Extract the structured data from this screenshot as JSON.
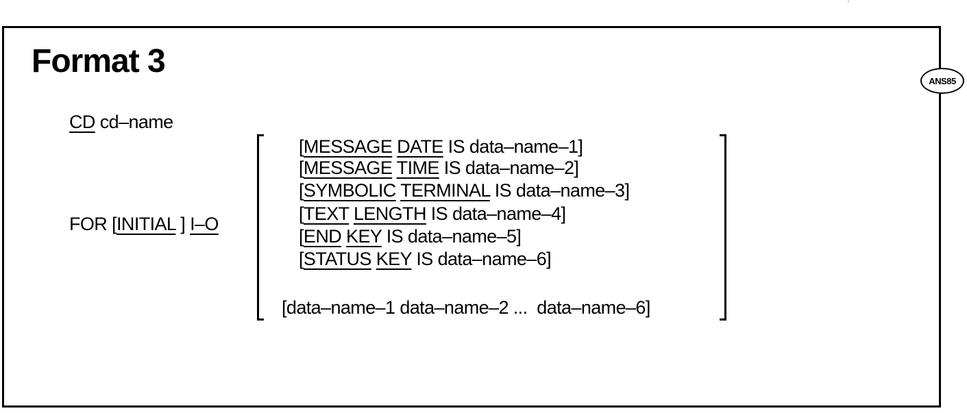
{
  "header": {
    "title": "Format 3",
    "badge": "ANS85"
  },
  "cd_line": {
    "keyword": "CD",
    "name": "cd–name"
  },
  "for_clause": {
    "for": "FOR",
    "open_bracket": "[",
    "initial": "INITIAL",
    "close_bracket": "]",
    "io": "I–O"
  },
  "clauses": [
    {
      "open": "[",
      "kw1": "MESSAGE",
      "kw2": "DATE",
      "rest": "IS data–name–1]"
    },
    {
      "open": "[",
      "kw1": "MESSAGE",
      "kw2": "TIME",
      "rest": "IS data–name–2]"
    },
    {
      "open": "[",
      "kw1": "SYMBOLIC",
      "kw2": "TERMINAL",
      "rest": "IS data–name–3]"
    },
    {
      "open": "[",
      "kw1": "TEXT",
      "kw2": "LENGTH",
      "rest": "IS data–name–4]"
    },
    {
      "open": "[",
      "kw1": "END",
      "kw2": "KEY",
      "rest": "IS data–name–5]"
    },
    {
      "open": "[",
      "kw1": "STATUS",
      "kw2": "KEY",
      "rest": "IS data–name–6]"
    }
  ],
  "data_names_line": "[data–name–1 data–name–2 ...  data–name–6]",
  "corner_mark": "'"
}
